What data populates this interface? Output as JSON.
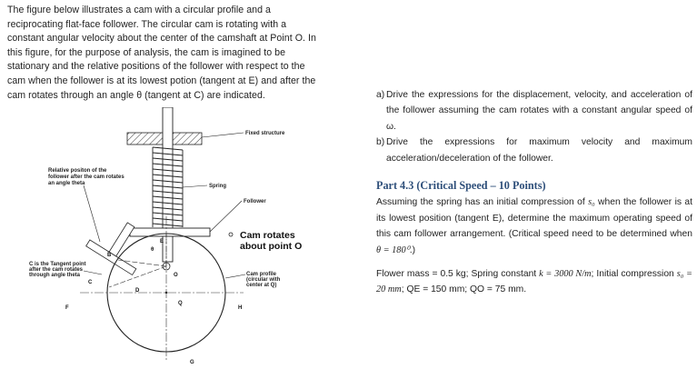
{
  "intro": {
    "lines": [
      "The figure below illustrates a cam with a circular profile and a",
      "reciprocating flat-face follower. The circular cam is rotating with a",
      "constant angular velocity about the center of the camshaft at Point O. In",
      "this figure, for the purpose of analysis, the cam is imagined to be",
      "stationary and the relative positions of the follower with respect to the",
      "cam when the follower is at its lowest potion (tangent at E) and after the",
      "cam rotates through an angle θ (tangent at C) are indicated."
    ]
  },
  "tasks": {
    "a_label": "a)",
    "a_text": "Drive the expressions for the displacement, velocity, and acceleration of the follower assuming the cam rotates with a constant angular speed of ω.",
    "b_label": "b)",
    "b_text": "Drive the expressions for maximum velocity and maximum acceleration/deceleration of the follower."
  },
  "part43": {
    "title": "Part 4.3 (Critical Speed – 10 Points)",
    "para1_a": "Assuming the spring has an initial compression of ",
    "para1_sym": "s₀",
    "para1_b": " when the follower is at its lowest position (tangent E), determine the maximum operating speed of this cam follower arrangement. (Critical speed need to be determined when ",
    "para1_math": "θ = 180⁰",
    "para1_c": ".)",
    "para2_a": "Flower mass = 0.5 kg; Spring constant ",
    "para2_math1": "k = 3000 N/m",
    "para2_b": "; Initial compression ",
    "para2_math2": "s₀ = 20 mm",
    "para2_c": "; QE = 150 mm; QO = 75 mm."
  },
  "diagram": {
    "label_fixed": "Fixed structure",
    "label_spring": "Spring",
    "label_follower": "Follower",
    "label_rotates_1": "Cam rotates",
    "label_rotates_2": "about point O",
    "label_relative_1": "Relative positon of the",
    "label_relative_2": "follower after the cam rotates",
    "label_relative_3": "an angle theta",
    "label_tangent_1": "C is the Tangent point",
    "label_tangent_2": "after the cam rotates",
    "label_tangent_3": "through angle theta",
    "label_profile_1": "Cam profile",
    "label_profile_2": "(circular with",
    "label_profile_3": "center at Q)",
    "pt_B": "B",
    "pt_C": "C",
    "pt_D": "D",
    "pt_E": "E",
    "pt_F": "F",
    "pt_G": "G",
    "pt_H": "H",
    "pt_Q": "Q",
    "pt_O": "O",
    "pt_theta": "θ"
  }
}
